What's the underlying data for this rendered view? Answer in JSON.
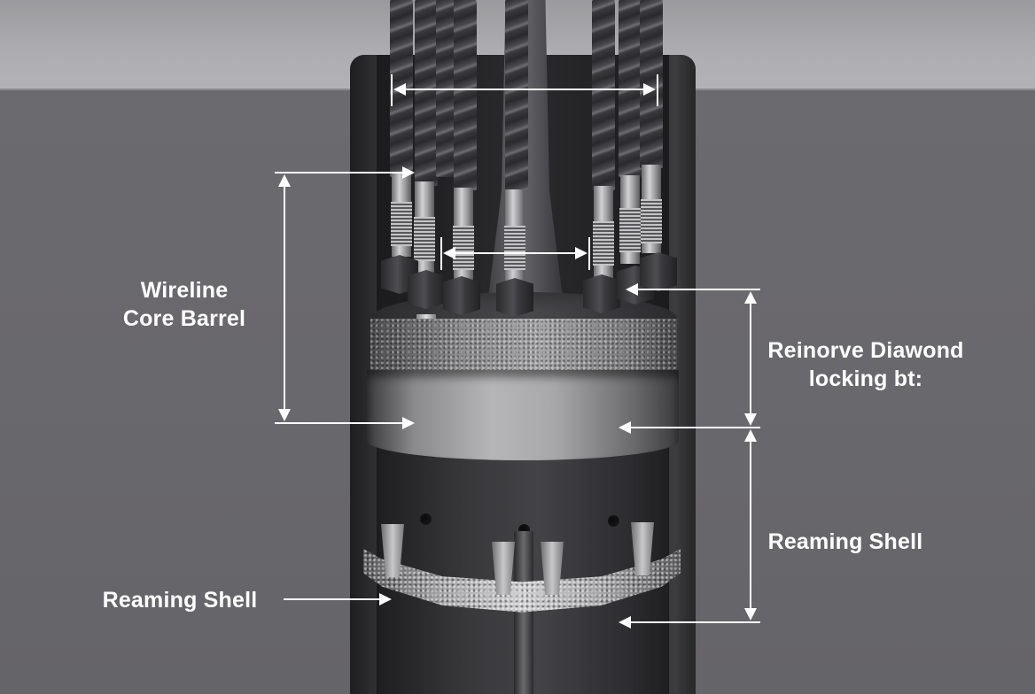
{
  "diagram": {
    "subject": "Wireline core barrel with drill bits, diamond locking ring and reaming shell",
    "labels": {
      "left_upper": {
        "line1": "Wireline",
        "line2": "Core Barrel"
      },
      "right_upper": {
        "line1": "Reinorve Diawond",
        "line2": "locking bt:"
      },
      "right_lower": "Reaming Shell",
      "left_lower": "Reaming Shell"
    },
    "annotations": [
      {
        "type": "dimension",
        "orientation": "horizontal",
        "description": "top span across drill bits"
      },
      {
        "type": "dimension",
        "orientation": "horizontal",
        "description": "inner span across threaded shanks"
      },
      {
        "type": "dimension",
        "orientation": "vertical",
        "target": "Wireline Core Barrel"
      },
      {
        "type": "dimension",
        "orientation": "vertical",
        "target": "Reinorve Diawond locking bt:"
      },
      {
        "type": "dimension",
        "orientation": "vertical",
        "target": "Reaming Shell"
      },
      {
        "type": "leader",
        "target": "Reaming Shell (left)"
      }
    ],
    "colors": {
      "background_wall": "#6a696d",
      "ceiling": "#aeaeb2",
      "label_text": "#ffffff",
      "annotation_line": "#ffffff",
      "casing": "#2c2c2f"
    }
  }
}
